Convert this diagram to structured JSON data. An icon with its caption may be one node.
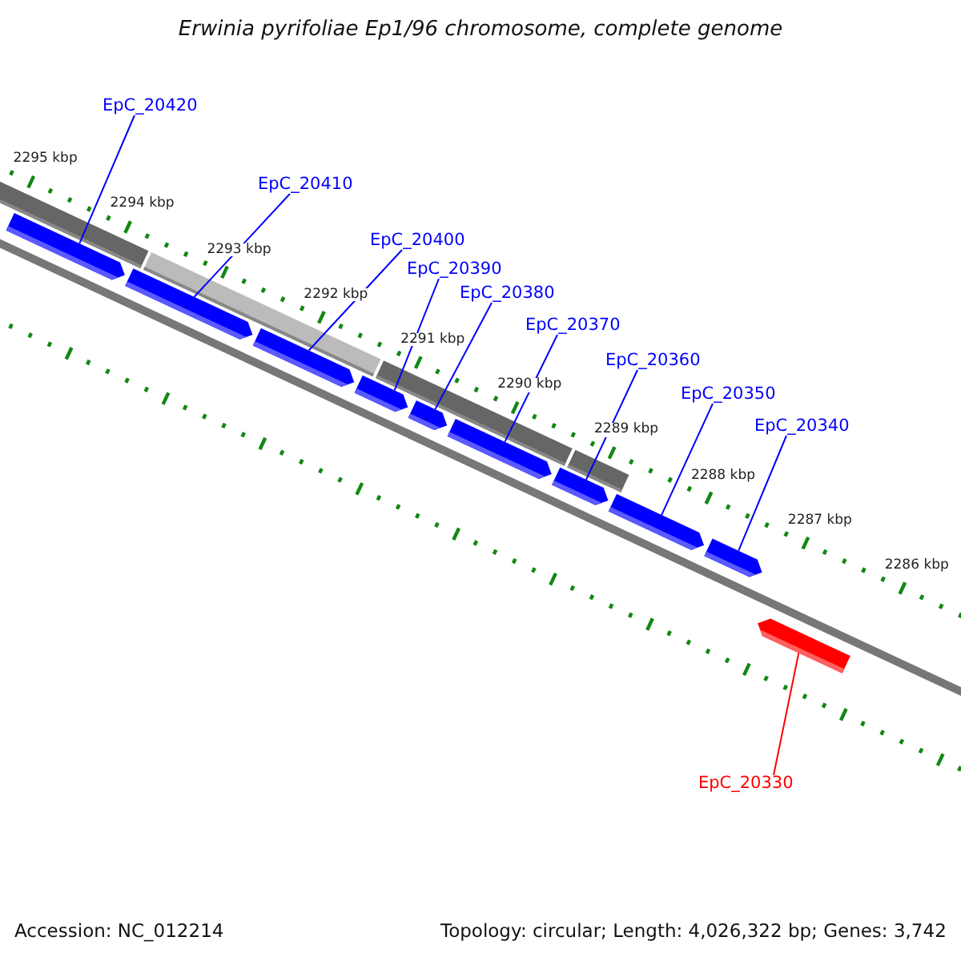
{
  "diagram": {
    "title": "Erwinia pyrifoliae Ep1/96 chromosome, complete genome",
    "nodes": [
      {
        "text": [
          "EpC_20420"
        ]
      },
      {
        "text": [
          "EpC_20410"
        ]
      },
      {
        "text": [
          "EpC_20400"
        ]
      },
      {
        "text": [
          "EpC_20390"
        ]
      },
      {
        "text": [
          "EpC_20380"
        ]
      },
      {
        "text": [
          "EpC_20370"
        ]
      },
      {
        "text": [
          "EpC_20360"
        ]
      },
      {
        "text": [
          "EpC_20350"
        ]
      },
      {
        "text": [
          "EpC_20340"
        ]
      },
      {
        "text": [
          "EpC_20330"
        ]
      },
      {
        "text": [],
        "shape": "arrow"
      },
      {
        "text": [],
        "shape": "arrow"
      },
      {
        "text": [],
        "shape": "arrow"
      },
      {
        "text": [],
        "shape": "arrow"
      },
      {
        "text": [],
        "shape": "arrow"
      },
      {
        "text": [],
        "shape": "arrow"
      },
      {
        "text": [],
        "shape": "arrow"
      },
      {
        "text": [],
        "shape": "arrow"
      },
      {
        "text": [],
        "shape": "arrow"
      },
      {
        "text": [],
        "shape": "arrow"
      }
    ],
    "edges": [
      {
        "from": 0,
        "to": 10,
        "arrow": "none"
      },
      {
        "from": 1,
        "to": 11,
        "arrow": "none"
      },
      {
        "from": 2,
        "to": 12,
        "arrow": "none"
      },
      {
        "from": 3,
        "to": 13,
        "arrow": "none"
      },
      {
        "from": 4,
        "to": 14,
        "arrow": "none"
      },
      {
        "from": 5,
        "to": 15,
        "arrow": "none"
      },
      {
        "from": 6,
        "to": 16,
        "arrow": "none"
      },
      {
        "from": 7,
        "to": 17,
        "arrow": "none"
      },
      {
        "from": 8,
        "to": 18,
        "arrow": "none"
      },
      {
        "from": 9,
        "to": 19,
        "arrow": "none",
        "color": "#ff0000"
      }
    ],
    "labels": [
      "2295 kbp",
      "2294 kbp",
      "2293 kbp",
      "2292 kbp",
      "2291 kbp",
      "2290 kbp",
      "2289 kbp",
      "2288 kbp",
      "2287 kbp",
      "2286 kbp",
      "Accession: NC_012214",
      "Topology: circular; Length: 4,026,322 bp; Genes: 3,742"
    ]
  }
}
